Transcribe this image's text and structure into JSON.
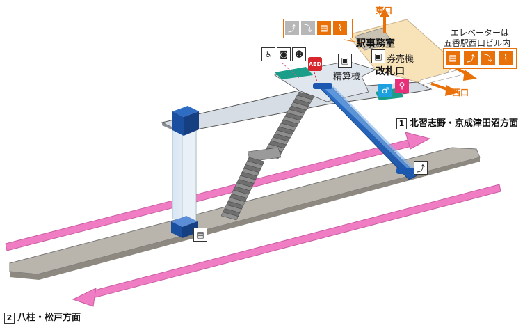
{
  "labels": {
    "east_exit": "東口",
    "west_exit": "西口",
    "station_office": "駅事務室",
    "ticket_machine": "券売機",
    "fare_adjustment": "精算機",
    "ticket_gate": "改札口",
    "elevator_note_line1": "エレベーターは",
    "elevator_note_line2": "五香駅西口ビル内",
    "platform1_number": "1",
    "platform1_direction": "北習志野・京成津田沼方面",
    "platform2_number": "2",
    "platform2_direction": "八柱・松戸方面",
    "aed": "AED"
  },
  "icons": {
    "east_exit_group": [
      "escalator-up-icon-gray",
      "escalator-down-icon-gray",
      "elevator-icon",
      "stairs-icon"
    ],
    "west_exit_group": [
      "elevator-icon",
      "escalator-up-icon",
      "escalator-down-icon",
      "stairs-icon"
    ],
    "facilities": [
      "wheelchair-icon",
      "restroom-multipurpose-icon",
      "baby-icon"
    ],
    "aed": "aed-icon",
    "fare_machine": "fare-adjustment-machine-icon",
    "ticket_vending": "ticket-vending-machine-icon",
    "restroom_male": "male-restroom-icon",
    "restroom_female": "female-restroom-icon",
    "platform_escalator": "escalator-icon",
    "platform_elevator": "elevator-icon"
  },
  "colors": {
    "exit_orange": "#e8710a",
    "concourse_beige": "#f8e3b8",
    "platform_gray": "#b9b4ac",
    "track_pink": "#f07cc3",
    "elevator_blue": "#1a4f9f",
    "escalator_blue": "#2276c9",
    "restroom_teal": "#1a9e8a"
  }
}
